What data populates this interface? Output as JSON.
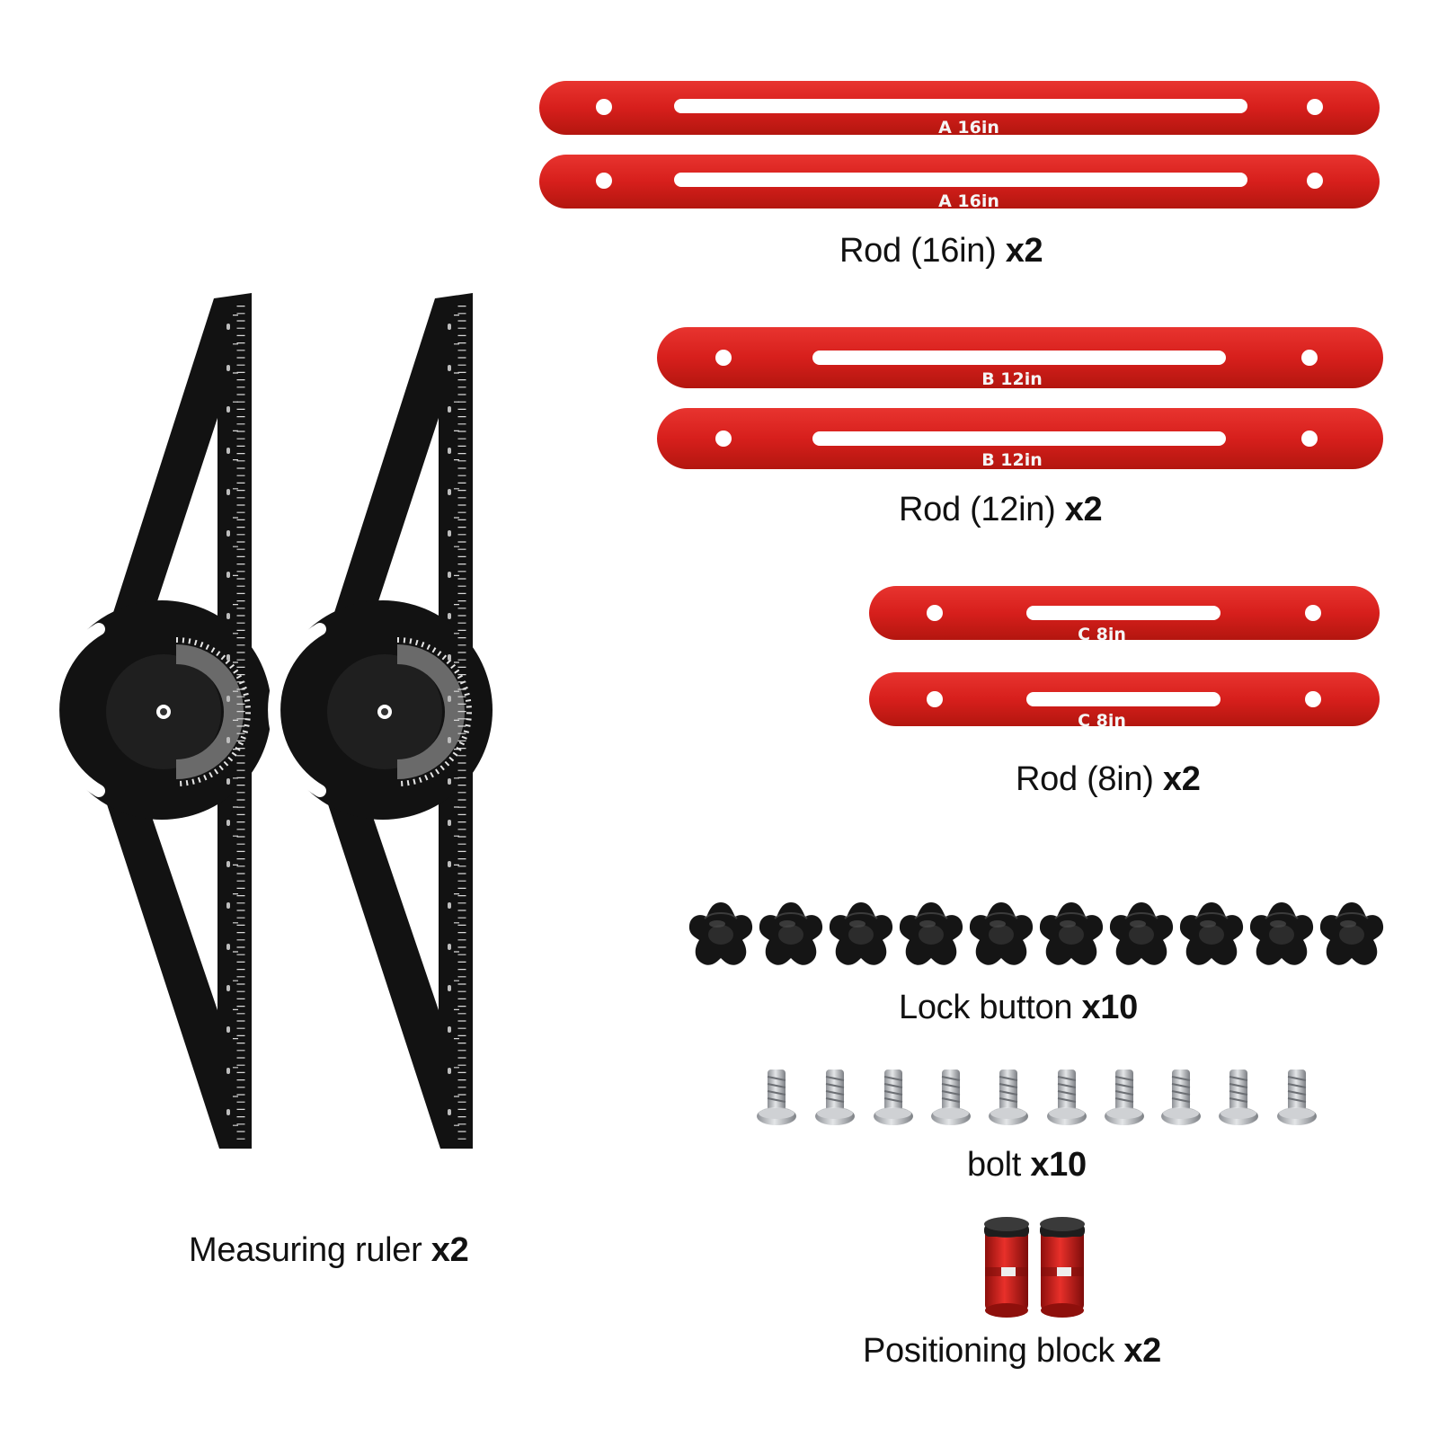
{
  "colors": {
    "rod_red": "#d9201f",
    "rod_dark": "#a5150f",
    "ruler_black": "#111111",
    "bolt_steel": "#b5b7ba"
  },
  "rods": {
    "a": {
      "engraving": "A 16in",
      "caption": "Rod (16in)",
      "qty": "x2"
    },
    "b": {
      "engraving": "B 12in",
      "caption": "Rod (12in)",
      "qty": "x2"
    },
    "c": {
      "engraving": "C 8in",
      "caption": "Rod (8in)",
      "qty": "x2"
    }
  },
  "ruler": {
    "caption": "Measuring ruler",
    "qty": "x2",
    "icon": "protractor-ruler-icon"
  },
  "lock_button": {
    "caption": "Lock button",
    "qty": "x10",
    "count": 10,
    "icon": "star-knob-icon"
  },
  "bolt": {
    "caption": "bolt",
    "qty": "x10",
    "count": 10,
    "icon": "screw-icon"
  },
  "positioning_block": {
    "caption": "Positioning block",
    "qty": "x2",
    "count": 2,
    "icon": "cylinder-block-icon"
  }
}
